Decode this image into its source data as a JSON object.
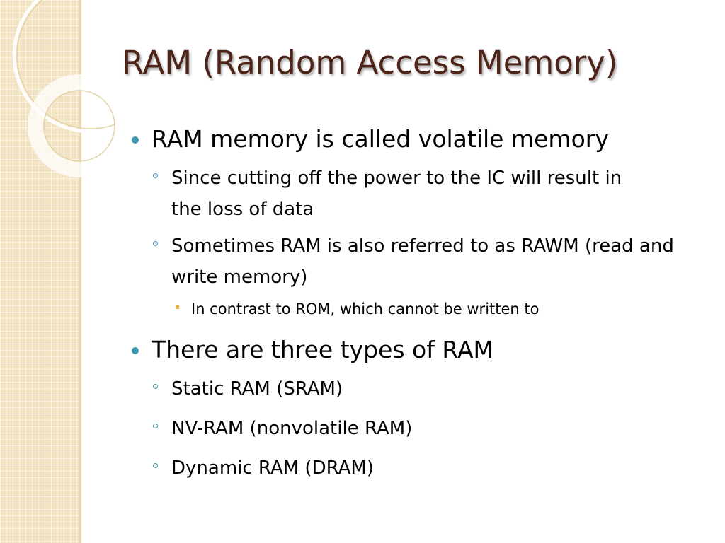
{
  "slide": {
    "title": "RAM (Random Access Memory)",
    "bullets": [
      {
        "text": "RAM memory is called volatile memory",
        "sub": [
          {
            "text": "Since cutting off the power to the IC will result in the loss of data"
          },
          {
            "text": "Sometimes RAM is also referred to as RAWM (read and write memory)",
            "sub": [
              {
                "text": "In contrast to ROM, which cannot be written to"
              }
            ]
          }
        ]
      },
      {
        "text": "There are three types of RAM",
        "sub": [
          {
            "text": "Static RAM (SRAM)"
          },
          {
            "text": "NV-RAM (nonvolatile RAM)"
          },
          {
            "text": "Dynamic RAM (DRAM)"
          }
        ]
      }
    ]
  },
  "colors": {
    "title": "#4e2418",
    "bullet_primary": "#3b98b0",
    "bullet_tertiary": "#e0a93a",
    "side_panel": "#f2e4c2"
  }
}
